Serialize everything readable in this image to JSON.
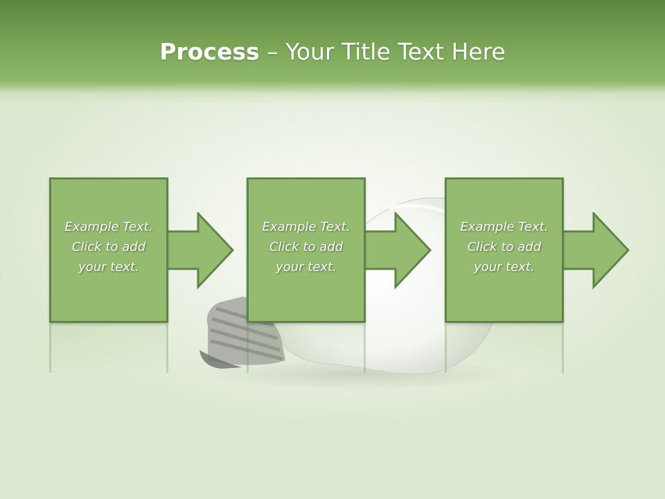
{
  "slide": {
    "title_bold": "Process",
    "title_rest": " – Your Title Text Here"
  },
  "steps": [
    {
      "lines": [
        "Example Text.",
        "Click  to add",
        "your text."
      ]
    },
    {
      "lines": [
        "Example Text.",
        "Click  to add",
        "your text."
      ]
    },
    {
      "lines": [
        "Example Text.",
        "Click  to add",
        "your text."
      ]
    }
  ],
  "colors": {
    "header": "#7aa556",
    "box_fill": "#94bb6f",
    "box_border": "#5f8447",
    "text": "#ffffff"
  }
}
